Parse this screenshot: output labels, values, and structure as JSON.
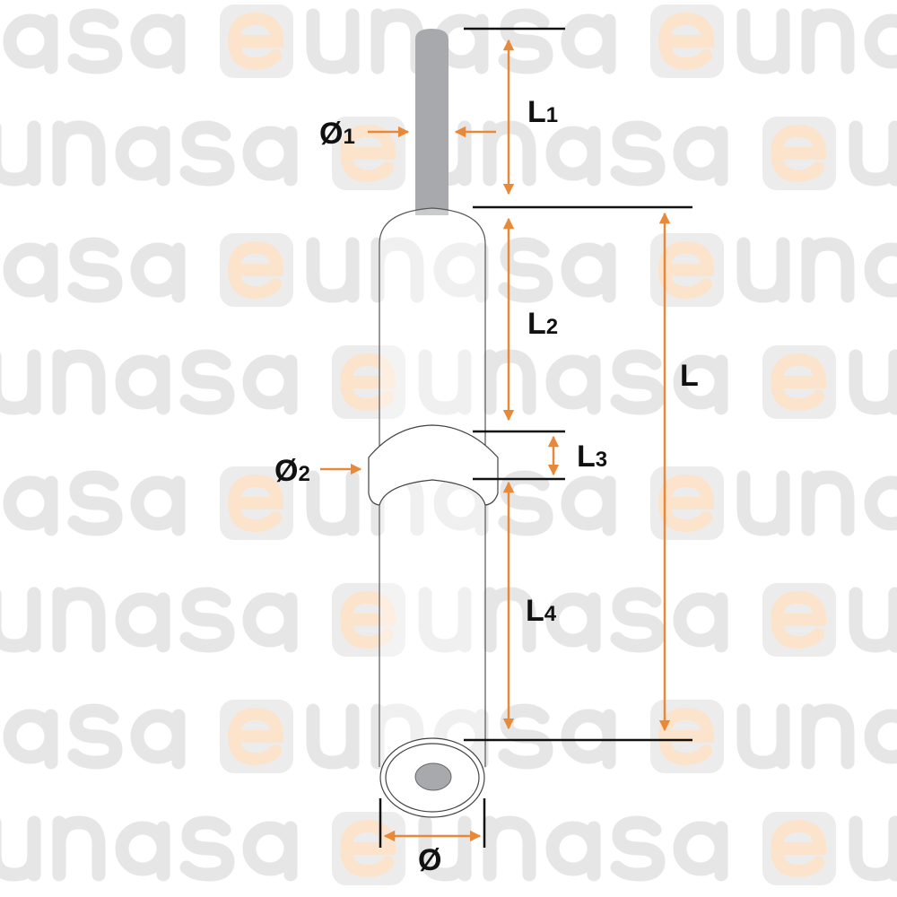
{
  "watermark": {
    "brand": "eunasa",
    "e": "e",
    "rest": "unasa"
  },
  "labels": {
    "d1": {
      "main": "Ø",
      "sub": "1"
    },
    "l1": {
      "main": "L",
      "sub": "1"
    },
    "l2": {
      "main": "L",
      "sub": "2"
    },
    "l": {
      "main": "L"
    },
    "d2": {
      "main": "Ø",
      "sub": "2"
    },
    "l3": {
      "main": "L",
      "sub": "3"
    },
    "l4": {
      "main": "L",
      "sub": "4"
    },
    "d": {
      "main": "Ø"
    }
  },
  "colors": {
    "arrow": "#e8893a",
    "rod": "#a7a9ac",
    "line": "#111111"
  }
}
